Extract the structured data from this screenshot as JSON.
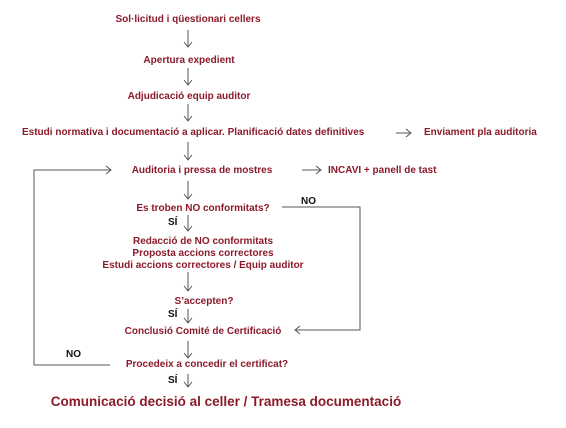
{
  "steps": {
    "s1": "Sol·licitud i qüestionari cellers",
    "s2": "Apertura expedient",
    "s3": "Adjudicació equip auditor",
    "s4": "Estudi normativa i documentació a aplicar. Planificació dates definitives",
    "s4_side": "Enviament pla auditoria",
    "s5": "Auditoria i pressa de mostres",
    "s5_side": "INCAVI + panell de tast",
    "q1": "Es troben NO conformitats?",
    "s6_lines": [
      "Redacció de NO conformitats",
      "Proposta accions correctores",
      "Estudi accions correctores / Equip auditor"
    ],
    "q2": "S’accepten?",
    "s7": "Conclusió Comité de Certificació",
    "q3": "Procedeix a concedir el certificat?",
    "final": "Comunicació decisió al celler / Tramesa documentació"
  },
  "labels": {
    "no_1": "NO",
    "yes_1": "SÍ",
    "yes_2": "SÍ",
    "no_2": "NO",
    "yes_3": "SÍ"
  },
  "colors": {
    "text_accent": "#8b1a2b",
    "label_text": "#111111",
    "lines": "#555555"
  }
}
